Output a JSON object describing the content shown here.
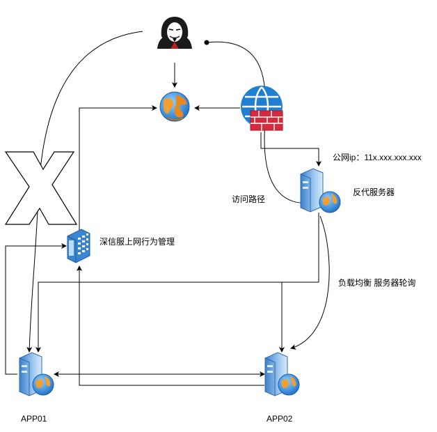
{
  "nodes": {
    "attacker": {
      "icon": "hacker-icon"
    },
    "internet": {
      "icon": "internet-globe-icon"
    },
    "firewall": {
      "icon": "firewall-gateway-icon"
    },
    "reverse_proxy": {
      "label": "反代服务器",
      "icon": "server-icon"
    },
    "behavior_mgmt": {
      "label": "深信服上网行为管理",
      "icon": "access-panel-icon"
    },
    "app01": {
      "label": "APP01",
      "icon": "server-icon"
    },
    "app02": {
      "label": "APP02",
      "icon": "server-icon"
    }
  },
  "annotations": {
    "public_ip": "公网ip：11x.xxx.xxx.xxx",
    "access_path": "访问路径",
    "load_balance": "负载均衡 服务器轮询"
  },
  "colors": {
    "line": "#000000",
    "globe_blue": "#2e86de",
    "globe_land": "#f5a623",
    "firewall_red": "#d62b3c",
    "server_blue": "#5b9bd5",
    "blocked_mark": "#000000"
  }
}
